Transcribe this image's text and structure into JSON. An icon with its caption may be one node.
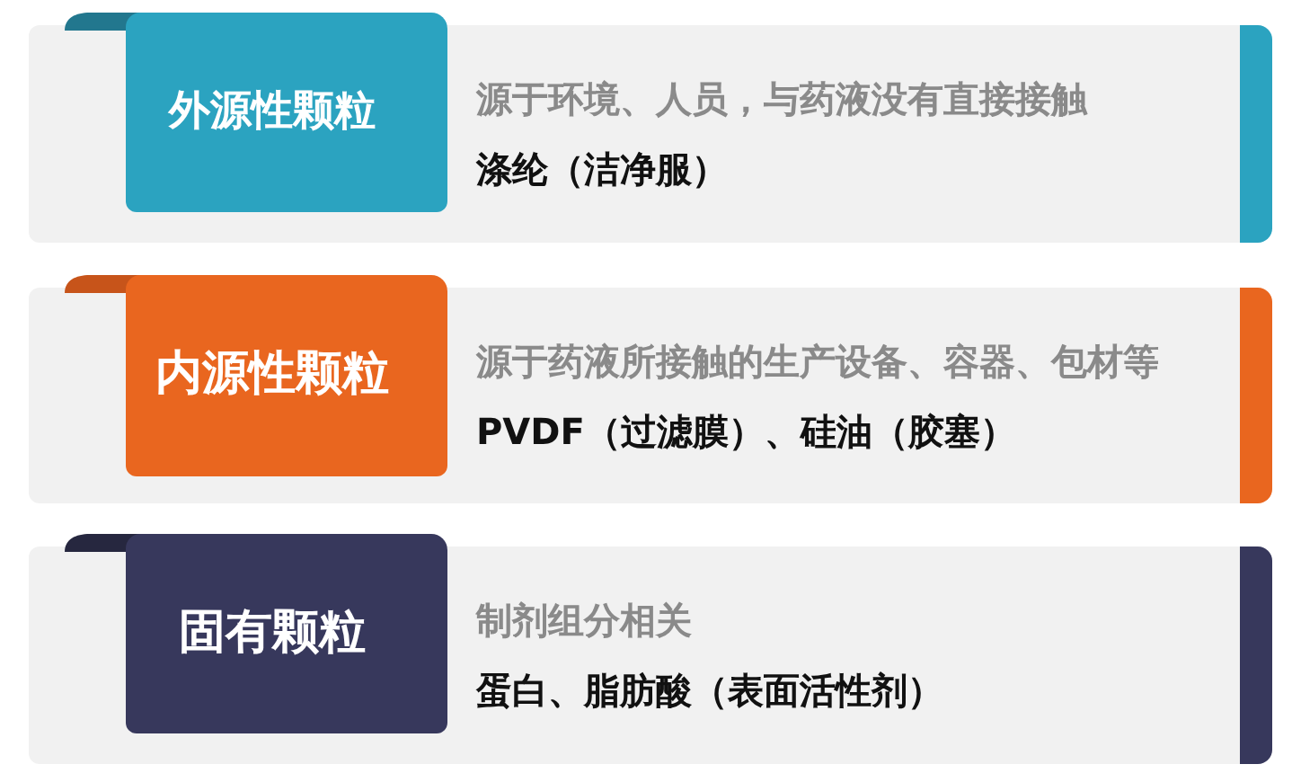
{
  "diagram": {
    "nodes": [
      {
        "text": [
          "外源性颗粒"
        ]
      },
      {
        "text": [
          "源于环境、人员，与药液没有直接接触",
          "涤纶（洁净服）"
        ]
      },
      {
        "text": [
          "内源性颗粒"
        ]
      },
      {
        "text": [
          "源于药液所接触的生产设备、容器、包材等",
          "PVDF（过滤膜）、硅油（胶塞）"
        ]
      },
      {
        "text": [
          "固有颗粒"
        ]
      },
      {
        "text": [
          "制剂组分相关",
          "蛋白、脂肪酸（表面活性剂）"
        ]
      }
    ]
  }
}
